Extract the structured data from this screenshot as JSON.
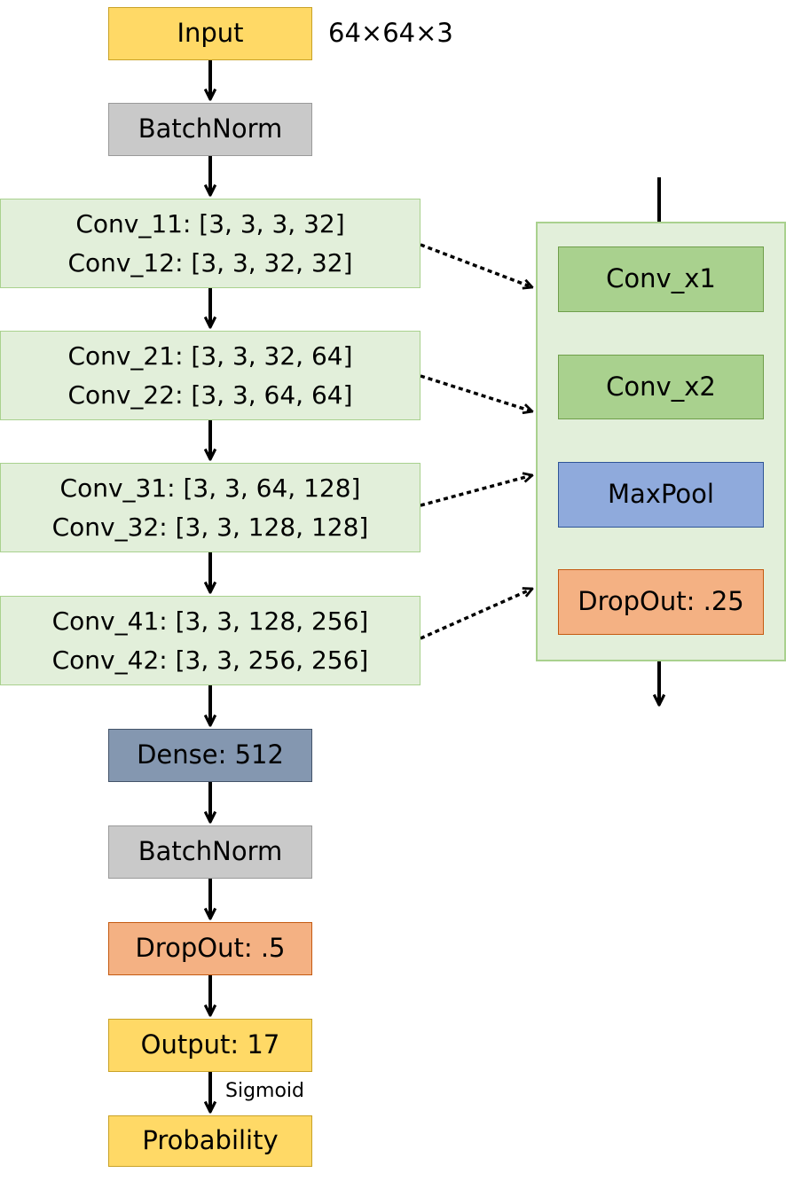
{
  "main_flow": {
    "input": "Input",
    "input_size": "64×64×3",
    "batchnorm_1": "BatchNorm",
    "conv_block_1": [
      "Conv_11: [3, 3, 3, 32]",
      "Conv_12: [3, 3, 32, 32]"
    ],
    "conv_block_2": [
      "Conv_21: [3, 3, 32, 64]",
      "Conv_22: [3, 3, 64, 64]"
    ],
    "conv_block_3": [
      "Conv_31: [3, 3, 64, 128]",
      "Conv_32: [3, 3, 128, 128]"
    ],
    "conv_block_4": [
      "Conv_41: [3, 3, 128, 256]",
      "Conv_42: [3, 3, 256, 256]"
    ],
    "dense": "Dense: 512",
    "batchnorm_2": "BatchNorm",
    "dropout": "DropOut: .5",
    "output": "Output: 17",
    "activation": "Sigmoid",
    "probability": "Probability"
  },
  "block_detail": {
    "conv_x1": "Conv_x1",
    "conv_x2": "Conv_x2",
    "maxpool": "MaxPool",
    "dropout": "DropOut: .25"
  },
  "colors": {
    "io": "#ffd966",
    "batchnorm": "#c9c9c9",
    "conv_group": "#e2efda",
    "conv_layer": "#a9d18e",
    "pool": "#8faadc",
    "dropout": "#f4b183",
    "dense": "#8497b0"
  }
}
